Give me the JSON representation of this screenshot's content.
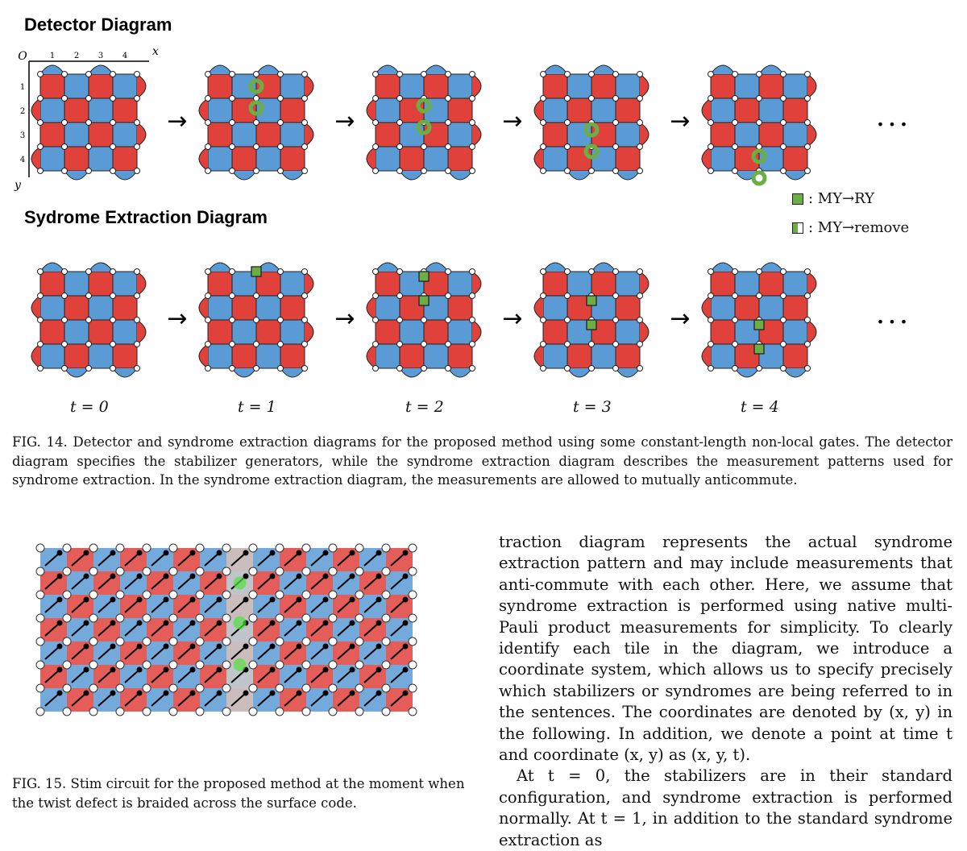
{
  "figure14": {
    "title_detector": "Detector Diagram",
    "title_syndrome": "Sydrome Extraction Diagram",
    "axis": {
      "origin": "O",
      "x": "x",
      "y": "y",
      "x_ticks": [
        "1",
        "2",
        "3",
        "4"
      ],
      "y_ticks": [
        "1",
        "2",
        "3",
        "4"
      ]
    },
    "arrow_glyph": "→",
    "ellipsis": "• • •",
    "time_labels": [
      "t = 0",
      "t = 1",
      "t = 2",
      "t = 3",
      "t = 4"
    ],
    "legend": [
      {
        "icon": "green-square-icon",
        "text": ": MY→RY"
      },
      {
        "icon": "half-green-square-icon",
        "text": ": MY→remove"
      }
    ],
    "colors": {
      "red": "#e0413b",
      "blue": "#5b9bd5",
      "green": "#6aae45",
      "qubit": "#ffffff"
    },
    "caption": "FIG. 14. Detector and syndrome extraction diagrams for the proposed method using some constant-length non-local gates. The detector diagram specifies the stabilizer generators, while the syndrome extraction diagram describes the measurement patterns used for syndrome extraction. In the syndrome extraction diagram, the measurements are allowed to mutually anticommute."
  },
  "figure15": {
    "caption": "FIG. 15. Stim circuit for the proposed method at the moment when the twist defect is braided across the surface code."
  },
  "body": {
    "paragraph1": "traction diagram represents the actual syndrome extraction pattern and may include measurements that anti-commute with each other. Here, we assume that syndrome extraction is performed using native multi-Pauli product measurements for simplicity. To clearly identify each tile in the diagram, we introduce a coordinate system, which allows us to specify precisely which stabilizers or syndromes are being referred to in the sentences. The coordinates are denoted by (x, y) in the following. In addition, we denote a point at time t and coordinate (x, y) as (x, y, t).",
    "paragraph2": "At t = 0, the stabilizers are in their standard configuration, and syndrome extraction is performed normally. At t = 1, in addition to the standard syndrome extraction as"
  }
}
